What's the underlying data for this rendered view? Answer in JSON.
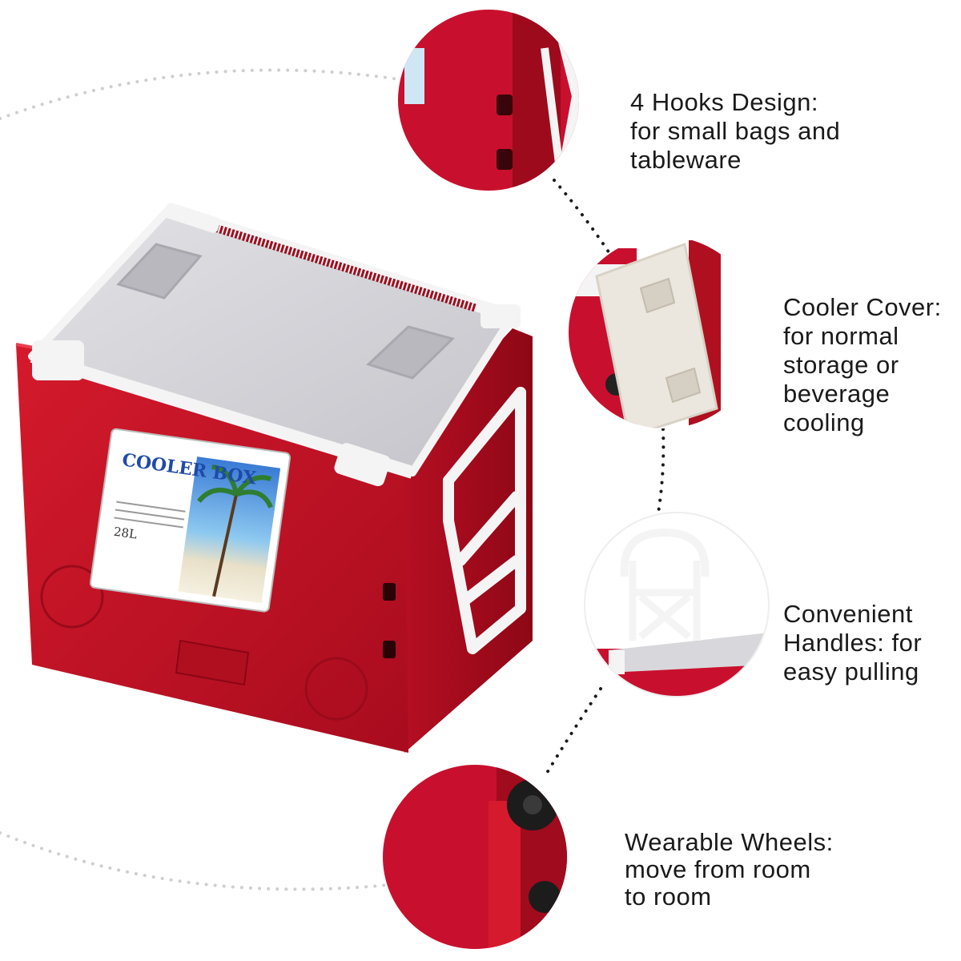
{
  "product": {
    "label_title": "COOLER BOX",
    "label_capacity": "28L"
  },
  "features": [
    {
      "lines": [
        "4 Hooks Design:",
        "for small bags and",
        "tableware"
      ]
    },
    {
      "lines": [
        "Cooler Cover:",
        "for normal",
        "storage or",
        "beverage",
        "cooling"
      ]
    },
    {
      "lines": [
        "Convenient",
        "Handles: for",
        "easy pulling"
      ]
    },
    {
      "lines": [
        "Wearable Wheels:",
        "move from room",
        "to room"
      ]
    }
  ],
  "colors": {
    "cooler_red": "#c8102e",
    "lid_grey": "#d3d3d8",
    "trim_white": "#f4f4f4",
    "dots": "#1a1a1a"
  }
}
